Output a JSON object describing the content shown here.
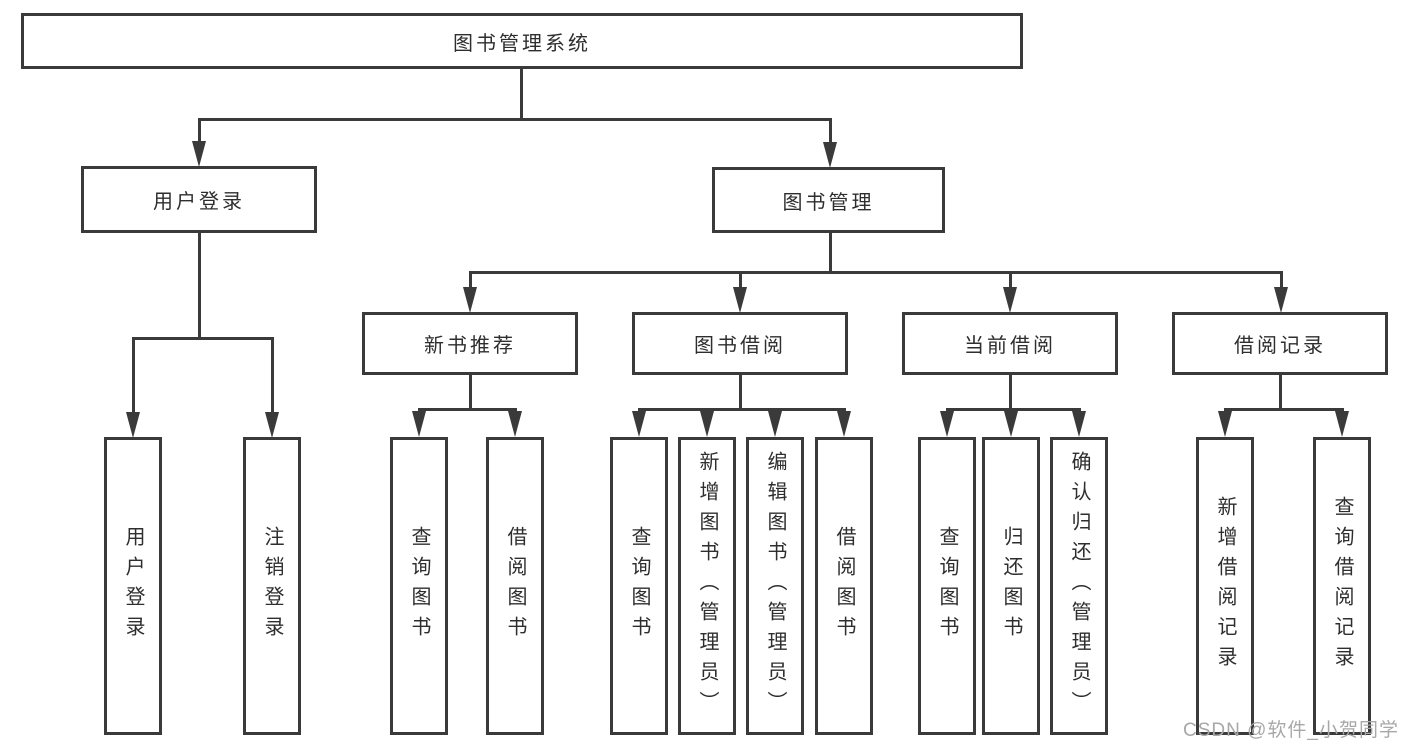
{
  "colors": {
    "line": "#3a3a3a",
    "box_border": "#3a3a3a",
    "text": "#2e2e2e",
    "watermark": "#a8a8a8"
  },
  "tree": {
    "root": {
      "label": "图书管理系统"
    },
    "branches": [
      {
        "label": "用户登录",
        "leaves": [
          {
            "label": "用户登录"
          },
          {
            "label": "注销登录"
          }
        ]
      },
      {
        "label": "图书管理",
        "groups": [
          {
            "label": "新书推荐",
            "leaves": [
              {
                "label": "查询图书"
              },
              {
                "label": "借阅图书"
              }
            ]
          },
          {
            "label": "图书借阅",
            "leaves": [
              {
                "label": "查询图书"
              },
              {
                "label": "新增图书（管理员）"
              },
              {
                "label": "编辑图书（管理员）"
              },
              {
                "label": "借阅图书"
              }
            ]
          },
          {
            "label": "当前借阅",
            "leaves": [
              {
                "label": "查询图书"
              },
              {
                "label": "归还图书"
              },
              {
                "label": "确认归还（管理员）"
              }
            ]
          },
          {
            "label": "借阅记录",
            "leaves": [
              {
                "label": "新增借阅记录"
              },
              {
                "label": "查询借阅记录"
              }
            ]
          }
        ]
      }
    ]
  },
  "watermark": {
    "text": "CSDN @软件_小贺同学"
  }
}
